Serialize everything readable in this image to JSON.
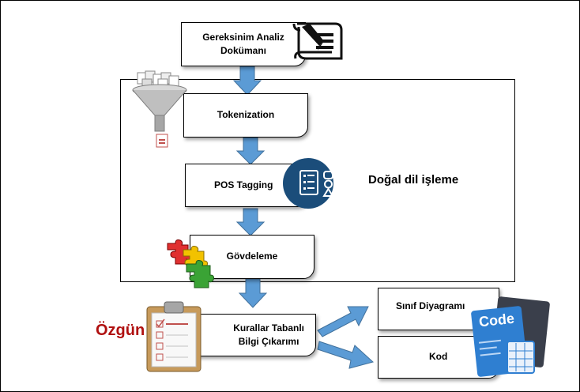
{
  "steps": {
    "requirements": "Gereksinim Analiz\nDokümanı",
    "tokenization": "Tokenization",
    "pos_tagging": "POS Tagging",
    "stemming": "Gövdeleme",
    "rule_based": "Kurallar Tabanlı\nBilgi Çıkarımı",
    "class_diagram": "Sınıf Diyagramı",
    "code": "Kod"
  },
  "region_label": "Doğal dil işleme",
  "highlight_label": "Özgün",
  "code_badge": "Code",
  "colors": {
    "arrow": "#5b9bd5",
    "highlight": "#b01010",
    "pos_circle": "#1b4d7a"
  },
  "icons": [
    "document-pen-icon",
    "funnel-icon",
    "list-shapes-icon",
    "puzzle-icon",
    "clipboard-icon",
    "code-icon"
  ]
}
